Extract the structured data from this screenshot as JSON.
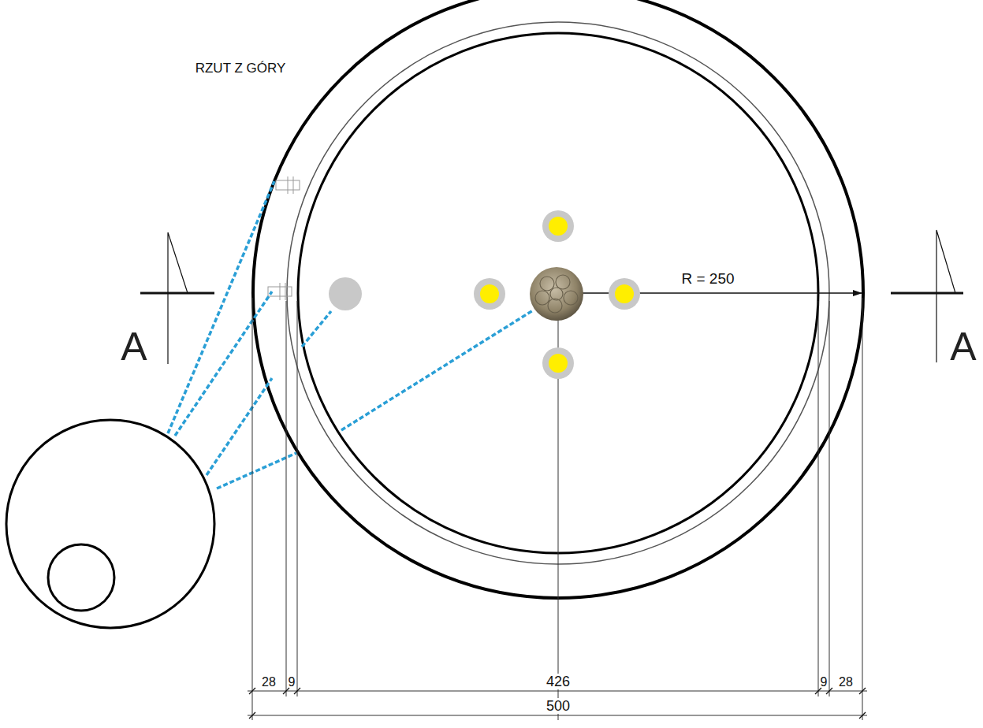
{
  "diagram": {
    "title": "RZUT Z GÓRY",
    "labels": [
      "A",
      "A",
      "R = 250",
      "28",
      "9",
      "426",
      "9",
      "28",
      "500"
    ]
  }
}
